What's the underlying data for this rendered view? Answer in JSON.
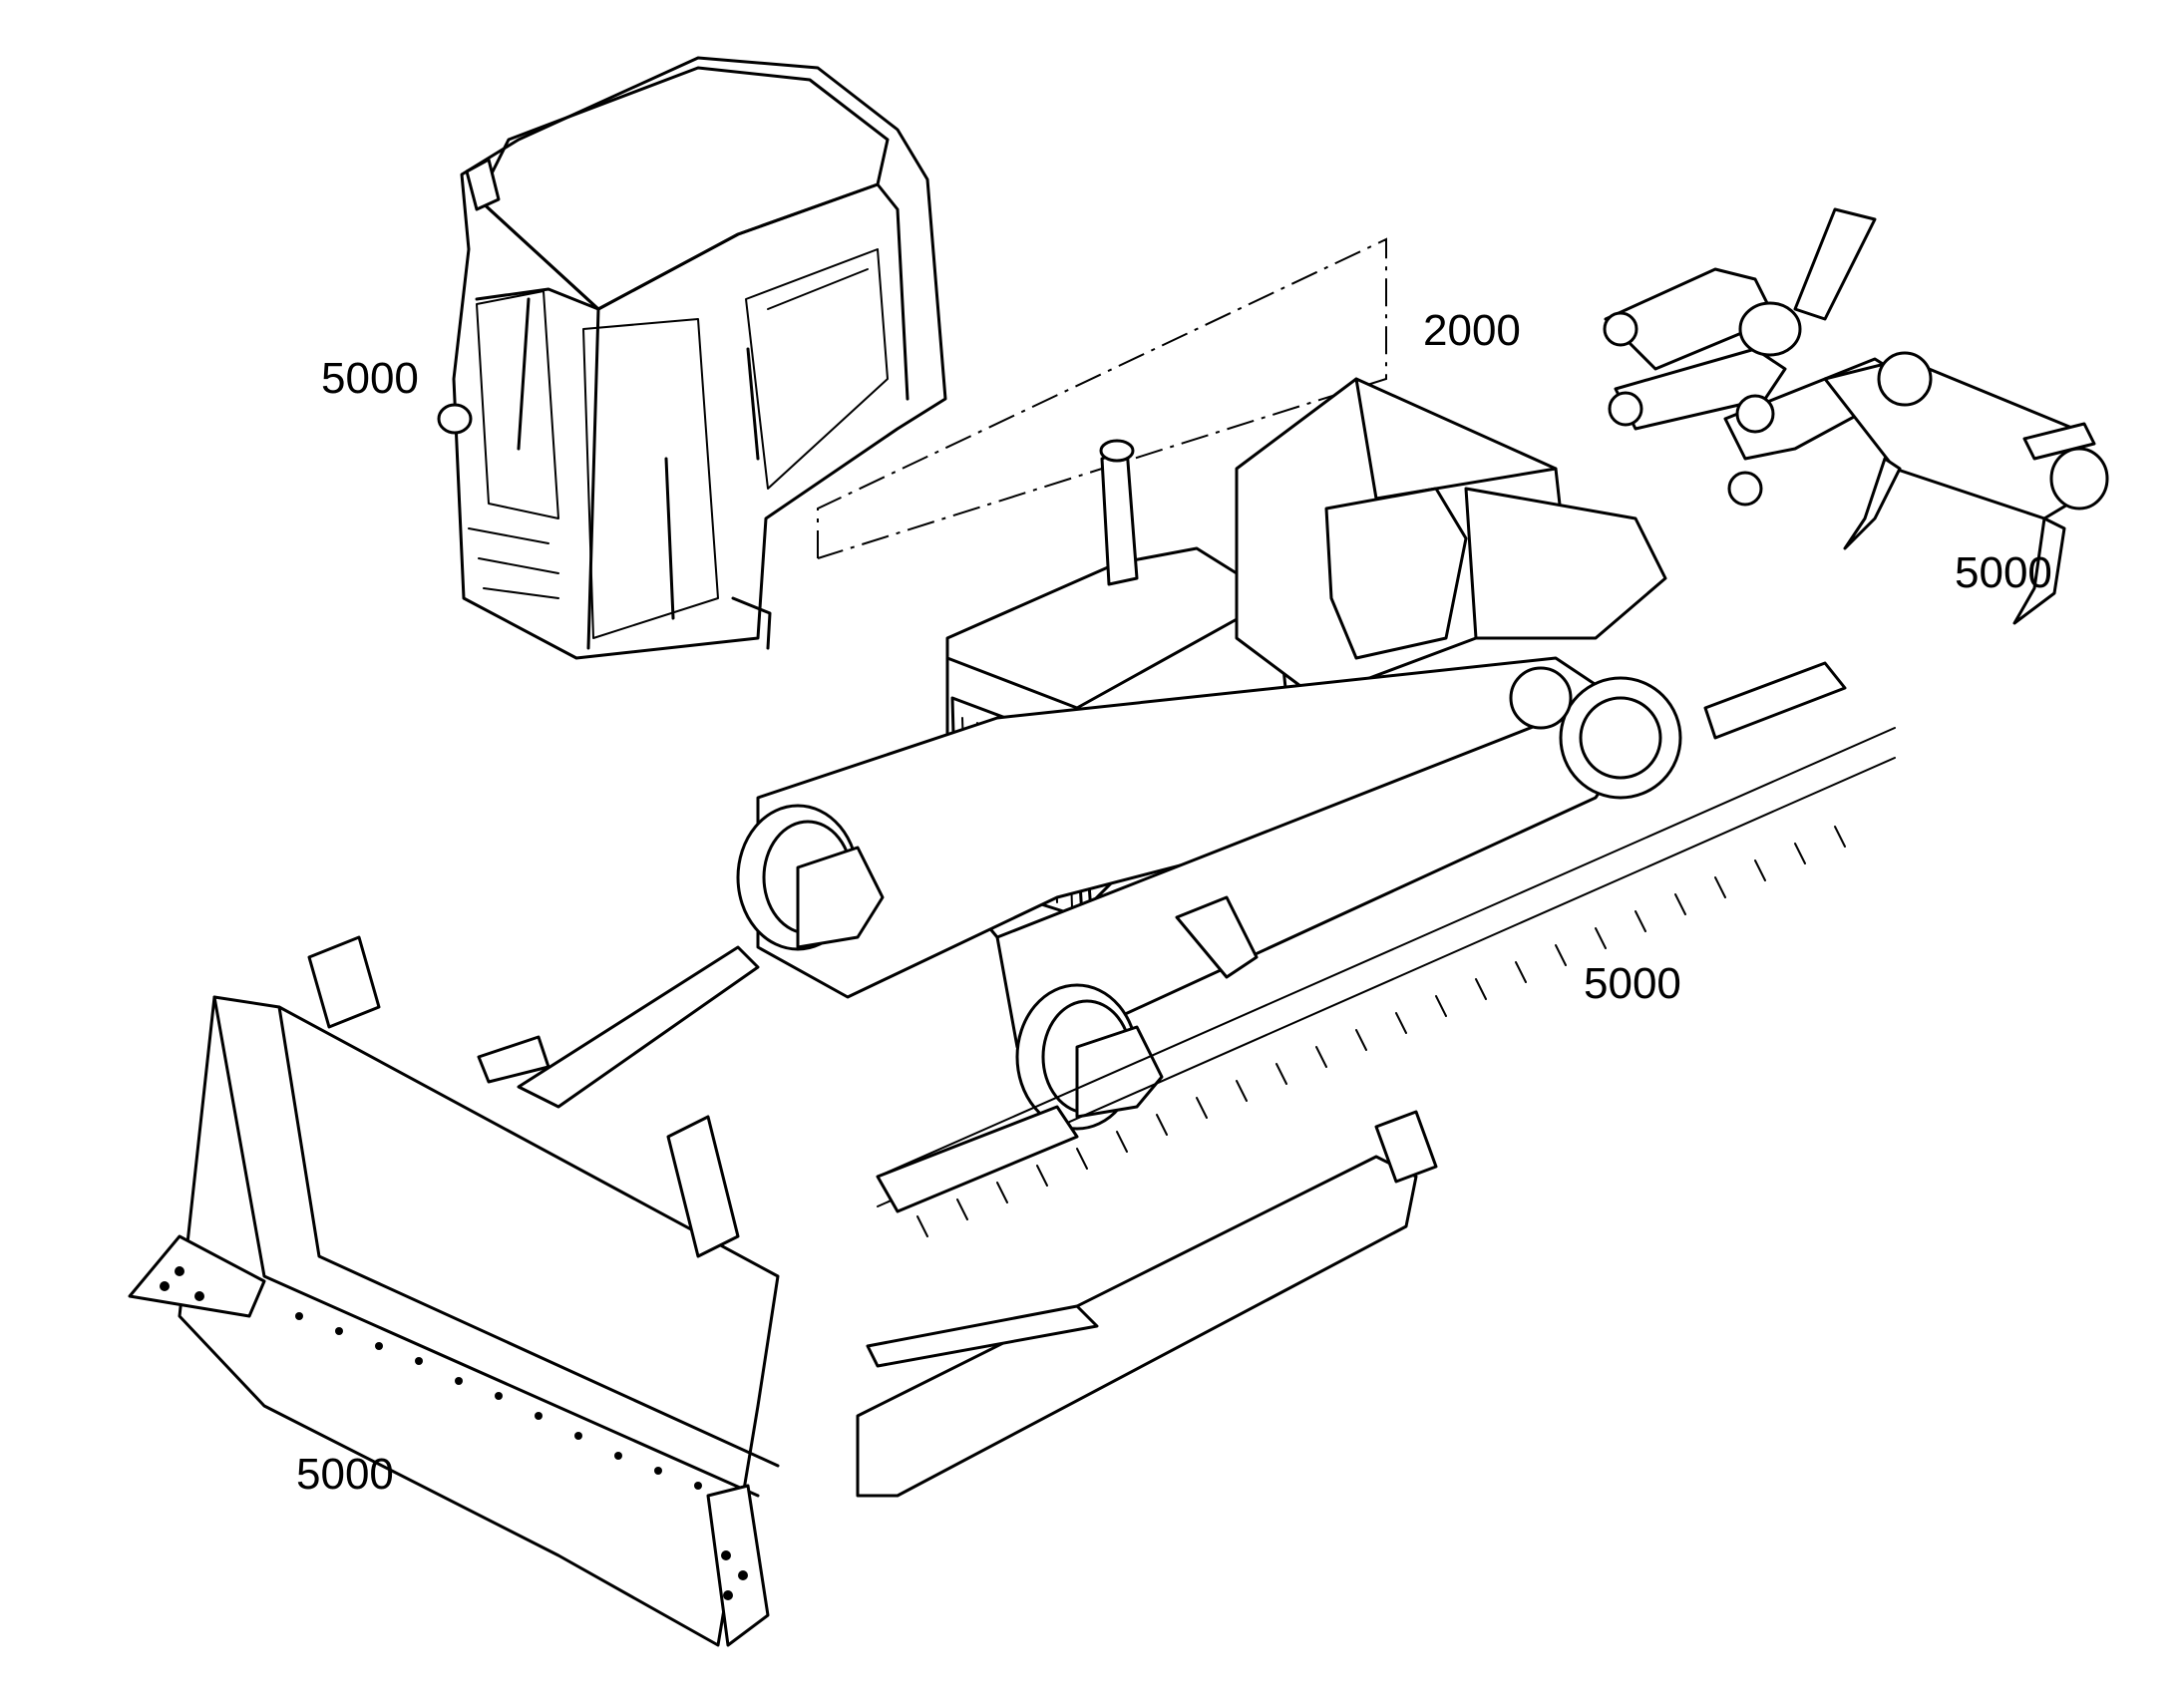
{
  "diagram": {
    "type": "exploded-assembly",
    "subject": "crawler-dozer",
    "colors": {
      "line": "#000000",
      "background": "#ffffff"
    },
    "callouts": {
      "cab": "5000",
      "main_frame": "2000",
      "ripper": "5000",
      "track": "5000",
      "blade": "5000"
    }
  }
}
